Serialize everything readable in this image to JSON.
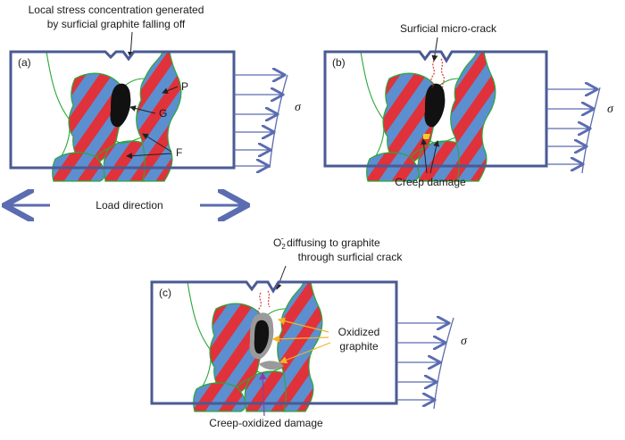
{
  "panel_a": {
    "tag": "(a)",
    "caption_line1": "Local stress concentration generated",
    "caption_line2": "by surficial graphite falling off",
    "label_p": "P",
    "label_g": "G",
    "label_f": "F",
    "sigma": "σ"
  },
  "panel_b": {
    "tag": "(b)",
    "top_label": "Surficial micro-crack",
    "bottom_label": "Creep damage",
    "sigma": "σ"
  },
  "load": {
    "label": "Load direction"
  },
  "panel_c": {
    "tag": "(c)",
    "top_label_main": "O",
    "top_label_sub": "2",
    "top_label_sup": "-",
    "top_label_rest": " diffusing to graphite",
    "top_label_line2": "through surficial crack",
    "oxidized_line1": "Oxidized",
    "oxidized_line2": "graphite",
    "bottom_label": "Creep-oxidized damage",
    "sigma": "σ"
  },
  "colors": {
    "frame": "#4a5a94",
    "arrow": "#5b6cb0",
    "stripe_red": "#e0323a",
    "stripe_blue": "#5b8fd0",
    "boundary": "#2fa63a",
    "graphite": "#111111",
    "oxidized_pointer": "#f0b429",
    "oxidized_graphite": "#9a9a9a",
    "damage_pointer": "#8a3fa3"
  }
}
